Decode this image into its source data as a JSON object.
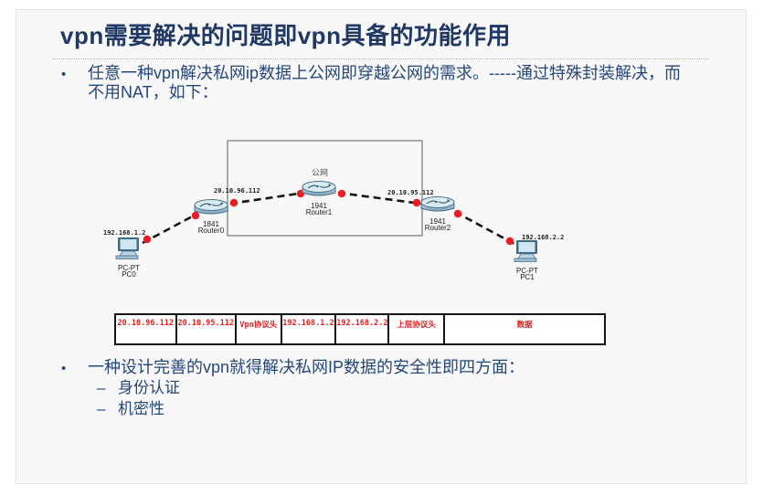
{
  "title": "vpn需要解决的问题即vpn具备的功能作用",
  "bullets": {
    "b1_marker": "•",
    "b1_text": "任意一种vpn解决私网ip数据上公网即穿越公网的需求。-----通过特殊封装解决，而不用NAT，如下：",
    "b2_marker": "•",
    "b2_text": "一种设计完善的vpn就得解决私网IP数据的安全性即四方面：",
    "sub1_marker": "–",
    "sub1_text": "身份认证",
    "sub2_marker": "–",
    "sub2_text": "机密性"
  },
  "diagram": {
    "public_net_label": "公网",
    "link1_label": "20.10.96.112",
    "link2_label": "20.10.95.112",
    "pc0": {
      "ip": "192.168.1.2",
      "model": "PC-PT",
      "name": "PC0"
    },
    "router0": {
      "model": "1841",
      "name": "Router0"
    },
    "router1": {
      "model": "1941",
      "name": "Router1"
    },
    "router2": {
      "model": "1941",
      "name": "Router2"
    },
    "pc1": {
      "ip": "192.168.2.2",
      "model": "PC-PT",
      "name": "PC1"
    }
  },
  "packet_table": {
    "cells": [
      "20.10.96.112",
      "20.10.95.112",
      "Vpn协议头",
      "192.168.1.2",
      "192.168.2.2",
      "上层协议头",
      "数据"
    ]
  },
  "colors": {
    "title": "#1f3864",
    "body_text": "#26477c",
    "table_text": "#e02020",
    "connection_dot": "#ed1c24",
    "slide_bg": "#f8f8f8"
  }
}
